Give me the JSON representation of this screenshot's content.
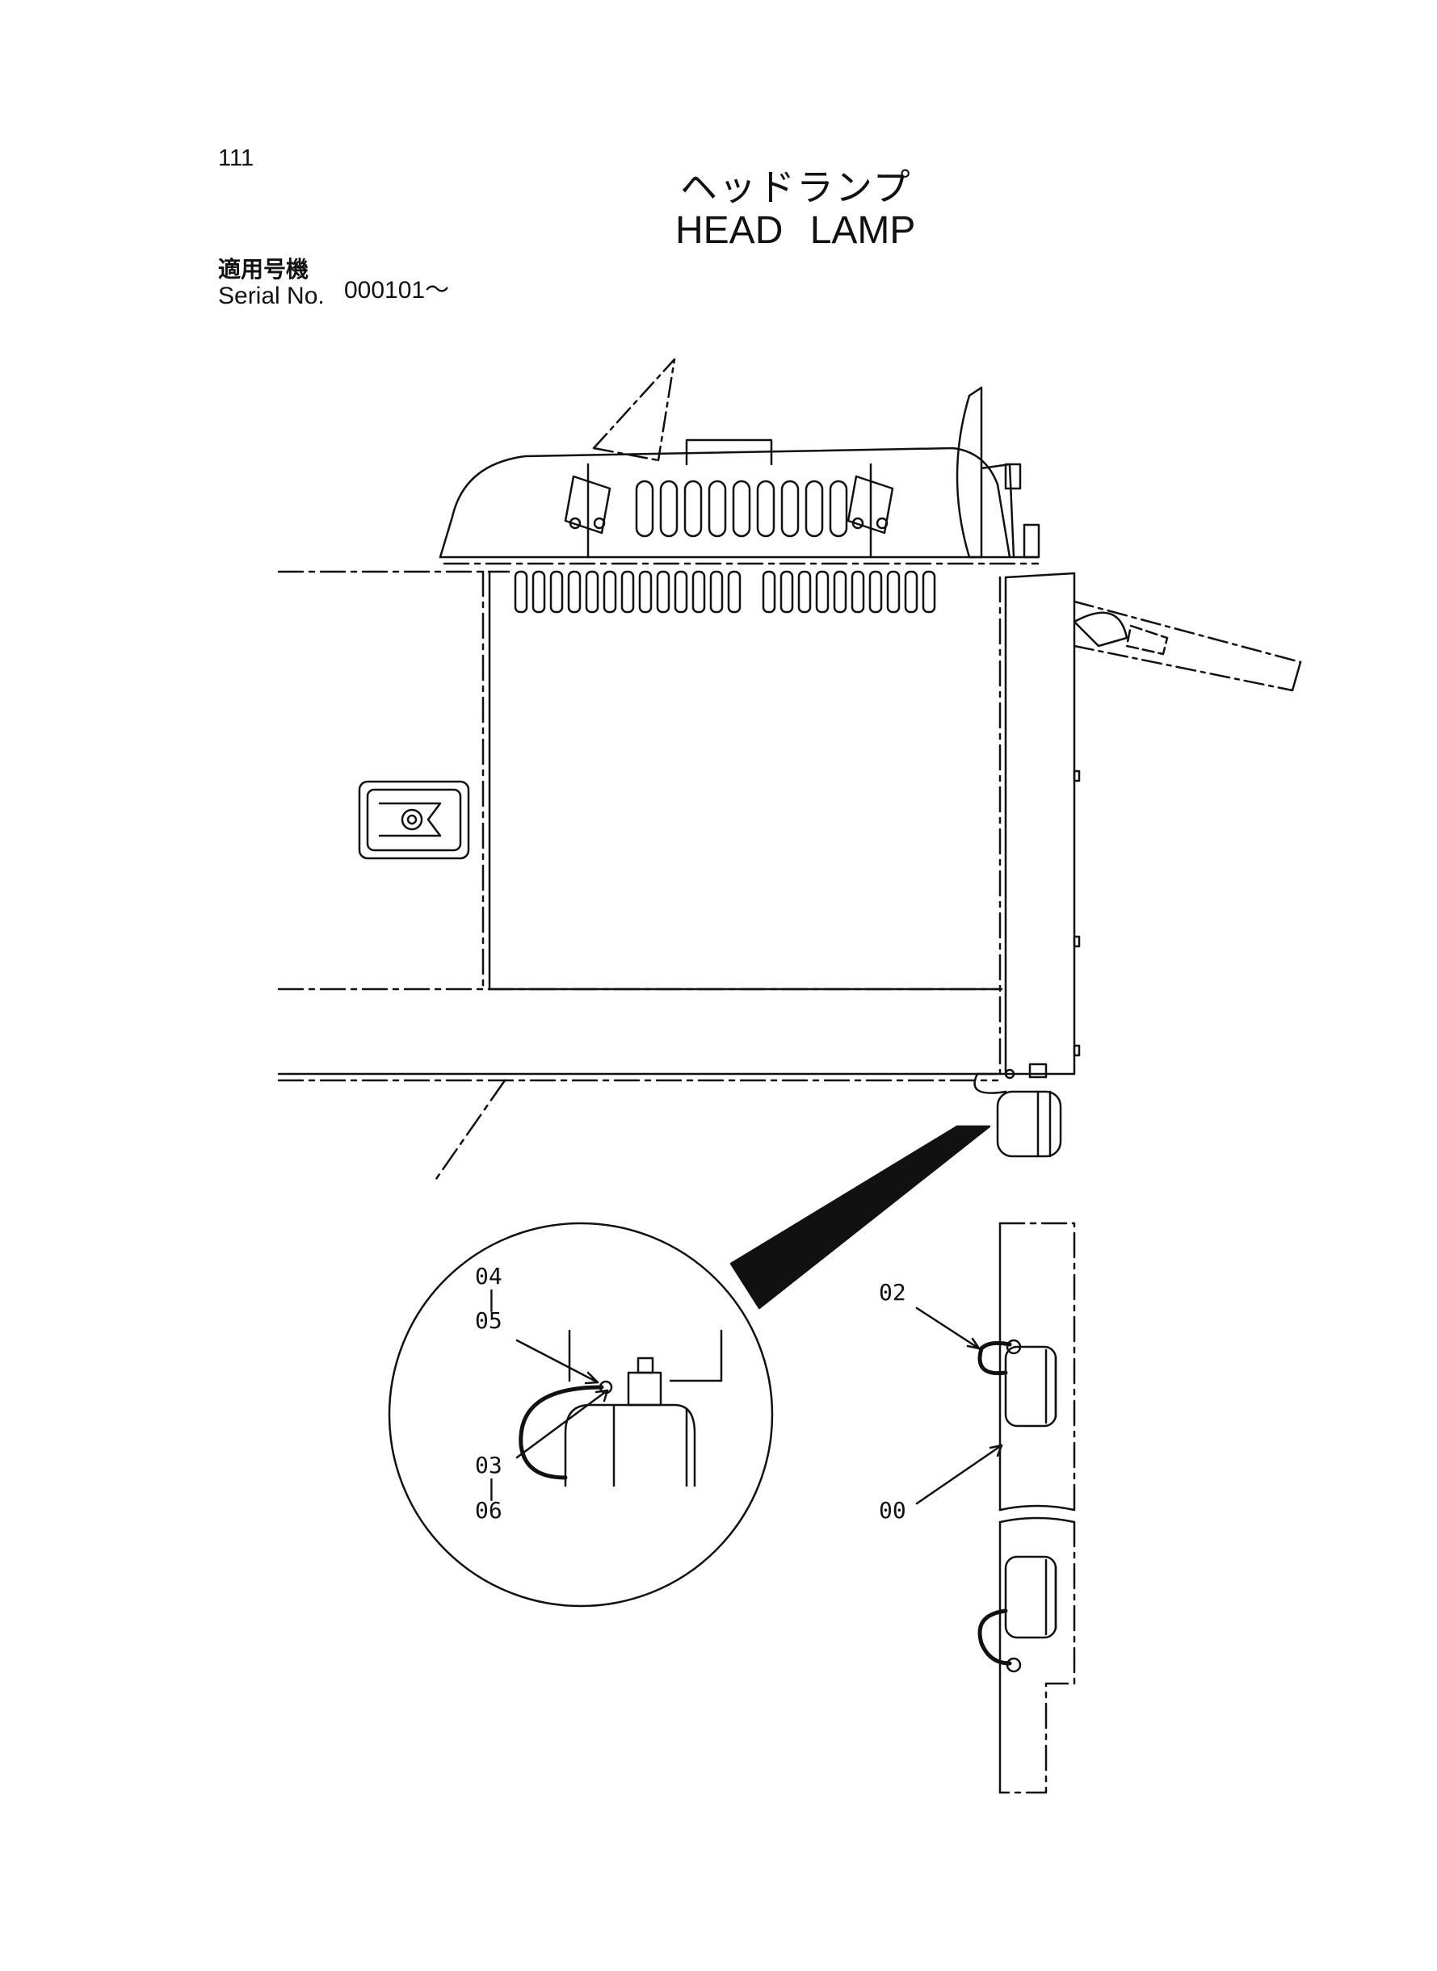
{
  "page": {
    "number": "111",
    "title_jp": "ヘッドランプ",
    "title_en": "HEAD LAMP",
    "serial_label_jp": "適用号機",
    "serial_label_en": "Serial No.",
    "serial_value": "000101～"
  },
  "callouts": [
    {
      "id": "c-04",
      "text": "04"
    },
    {
      "id": "c-dash-1",
      "text": "|"
    },
    {
      "id": "c-05",
      "text": "05"
    },
    {
      "id": "c-03",
      "text": "03"
    },
    {
      "id": "c-dash-2",
      "text": "|"
    },
    {
      "id": "c-06",
      "text": "06"
    },
    {
      "id": "c-02",
      "text": "02"
    },
    {
      "id": "c-00",
      "text": "00"
    }
  ]
}
